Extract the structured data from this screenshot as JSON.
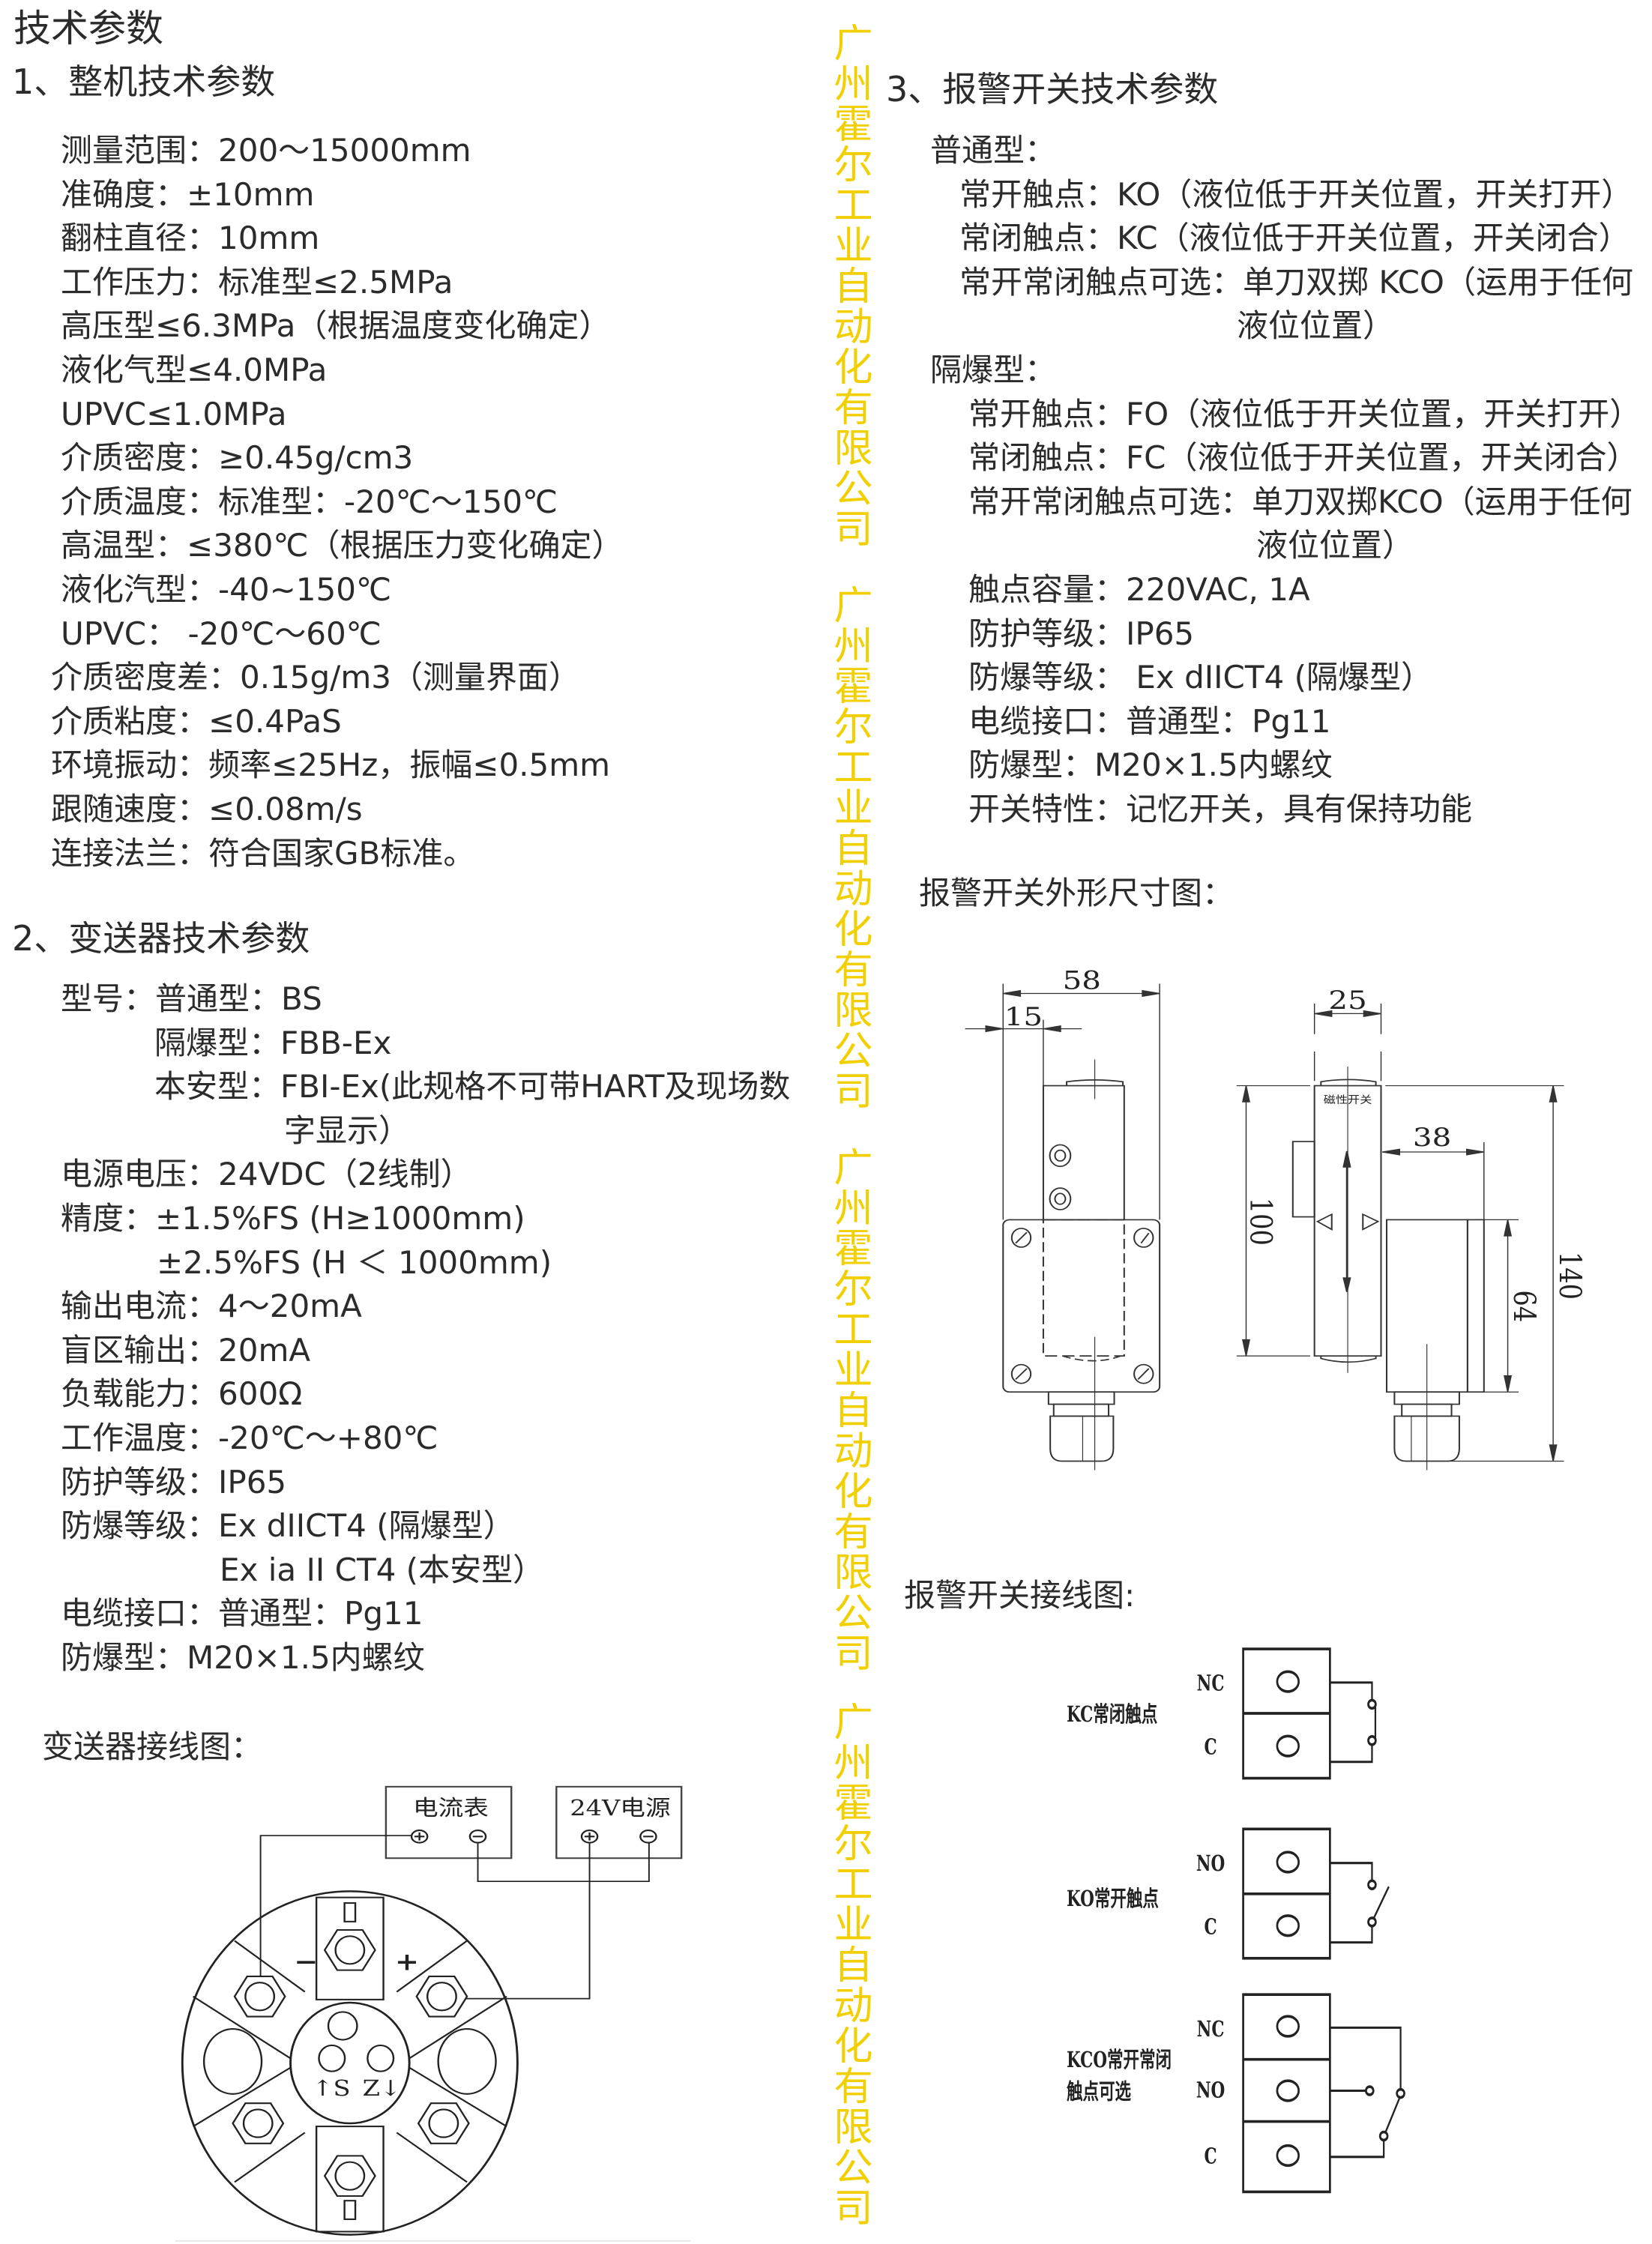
{
  "title": "技术参数",
  "section1": {
    "heading": "1、整机技术参数",
    "lines": [
      "测量范围：200～15000mm",
      "准确度：±10mm",
      "翻柱直径：10mm",
      "工作压力：标准型≤2.5MPa",
      "高压型≤6.3MPa（根据温度变化确定）",
      "液化气型≤4.0MPa",
      "UPVC≤1.0MPa",
      "介质密度：≥0.45g/cm3",
      "介质温度：标准型：-20℃～150℃",
      "高温型：≤380℃（根据压力变化确定）",
      "液化汽型：-40~150℃",
      "UPVC：  -20℃～60℃",
      "介质密度差：0.15g/m3（测量界面）",
      "介质粘度：≤0.4PaS",
      "环境振动：频率≤25Hz，振幅≤0.5mm",
      "跟随速度：≤0.08m/s",
      "连接法兰：符合国家GB标准。"
    ]
  },
  "section2": {
    "heading": "2、变送器技术参数",
    "lines": [
      "型号：普通型：BS",
      "隔爆型：FBB-Ex",
      "本安型：FBI-Ex(此规格不可带HART及现场数",
      "字显示）",
      "电源电压：24VDC（2线制）",
      "精度：±1.5%FS (H≥1000mm)",
      "±2.5%FS (H ＜ 1000mm)",
      "输出电流：4～20mA",
      "盲区输出：20mA",
      "负载能力：600Ω",
      "工作温度：-20℃～+80℃",
      "防护等级：IP65",
      "防爆等级：Ex dIICT4 (隔爆型）",
      "Ex ia II CT4 (本安型）",
      "电缆接口：普通型：Pg11",
      "防爆型：M20×1.5内螺纹"
    ],
    "wiring_caption": "变送器接线图：",
    "wiring": {
      "ammeter": "电流表",
      "power": "24V电源",
      "plus": "+",
      "minus": "−",
      "s_label": "↑S",
      "z_label": "Z↓"
    }
  },
  "section3": {
    "heading": "3、报警开关技术参数",
    "lines": [
      "普通型：",
      "常开触点：KO（液位低于开关位置，开关打开）",
      "常闭触点：KC（液位低于开关位置，开关闭合）",
      "常开常闭触点可选：单刀双掷 KCO（运用于任何",
      "液位位置）",
      "隔爆型：",
      "常开触点：FO（液位低于开关位置，开关打开）",
      "常闭触点：FC（液位低于开关位置，开关闭合）",
      "常开常闭触点可选：单刀双掷KCO（运用于任何",
      "液位位置）",
      "触点容量：220VAC, 1A",
      "防护等级：IP65",
      "防爆等级： Ex dIICT4 (隔爆型）",
      "电缆接口：普通型：Pg11",
      "防爆型：M20×1.5内螺纹",
      "开关特性：记忆开关，具有保持功能"
    ],
    "dimension_caption": "报警开关外形尺寸图：",
    "dimensions": {
      "d58": "58",
      "d15": "15",
      "d25": "25",
      "d38": "38",
      "d100": "100",
      "d64": "64",
      "d140": "140",
      "plate_label": "磁性开关"
    },
    "wiring_caption": "报警开关接线图:",
    "wiring": {
      "kc_label": "KC常闭触点",
      "ko_label": "KO常开触点",
      "kco_label_1": "KCO常开常闭",
      "kco_label_2": "触点可选",
      "nc": "NC",
      "no": "NO",
      "c": "C"
    }
  },
  "watermark": "广州霍尔工业自动化有限公司",
  "colors": {
    "text": "#2b2b2b",
    "watermark": "#f2cf00",
    "line": "#222222"
  }
}
